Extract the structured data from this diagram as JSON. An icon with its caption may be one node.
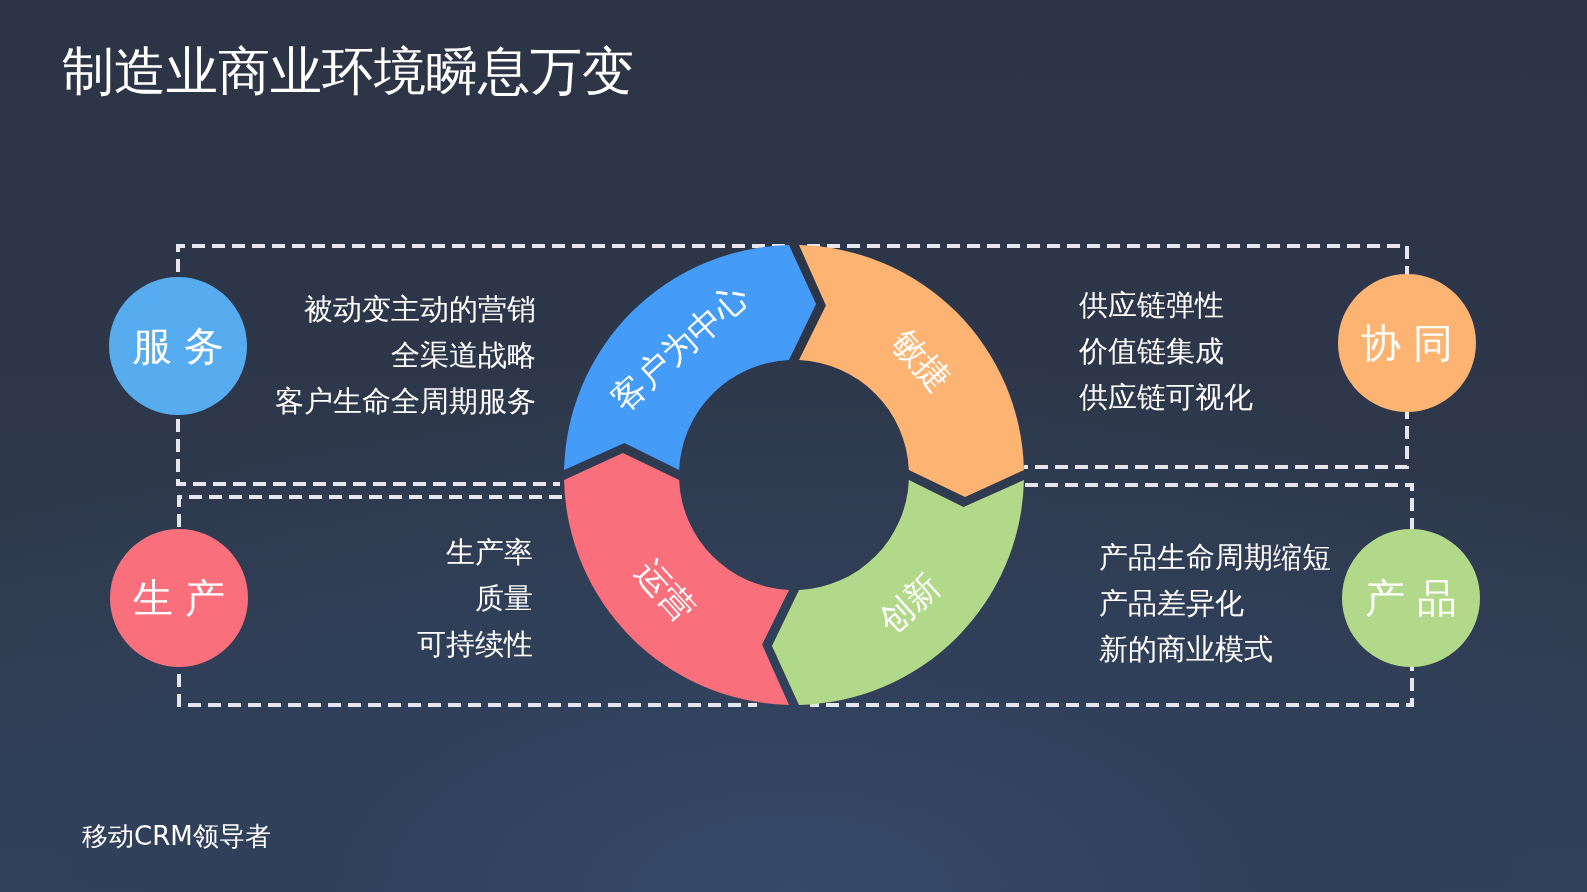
{
  "diagram": {
    "title": "制造业商业环境瞬息万变",
    "nodes": [
      {
        "text": [
          "服务"
        ]
      },
      {
        "text": [
          "被动变主动的营销",
          "全渠道战略",
          "客户生命全周期服务"
        ]
      },
      {
        "text": [
          "客户为中心"
        ]
      },
      {
        "text": [
          "敏捷"
        ]
      },
      {
        "text": [
          "供应链弹性",
          "价值链集成",
          "供应链可视化"
        ]
      },
      {
        "text": [
          "协同"
        ]
      },
      {
        "text": [
          "生产"
        ]
      },
      {
        "text": [
          "生产率",
          "质量",
          "可持续性"
        ]
      },
      {
        "text": [
          "运营"
        ]
      },
      {
        "text": [
          "创新"
        ]
      },
      {
        "text": [
          "产品生命周期缩短",
          "产品差异化",
          "新的商业模式"
        ]
      },
      {
        "text": [
          "产品"
        ]
      }
    ],
    "labels": [
      "移动CRM领导者"
    ]
  }
}
